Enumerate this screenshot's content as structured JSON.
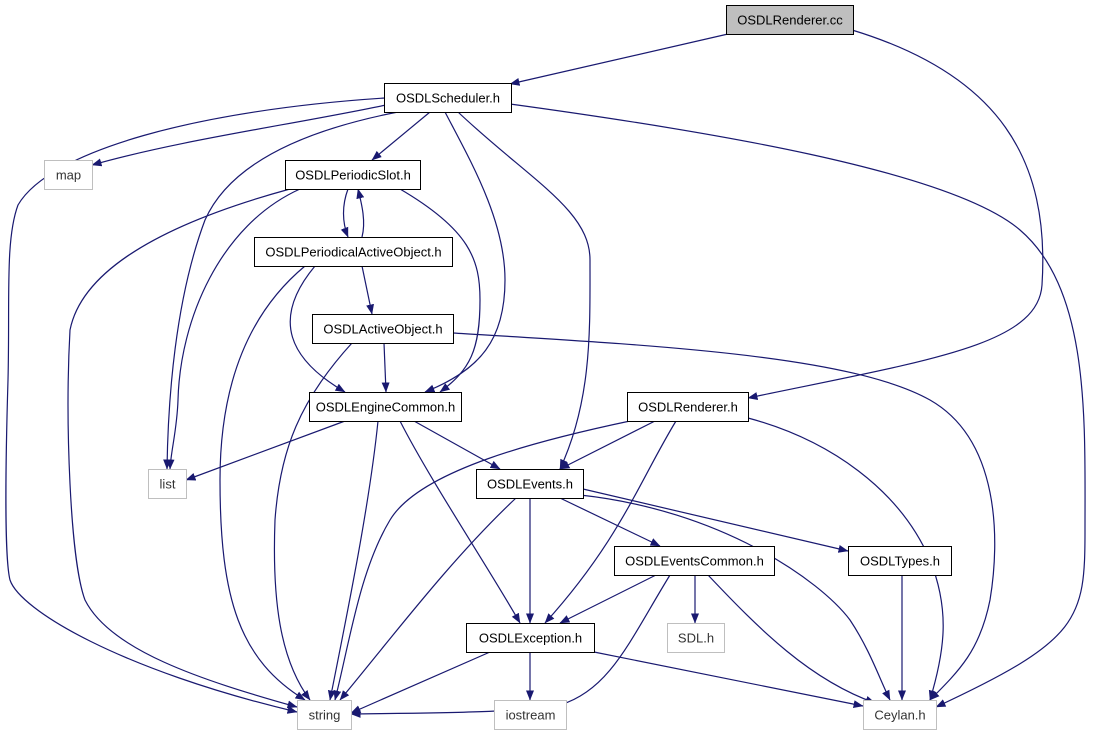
{
  "colors": {
    "edge": "#191970",
    "root_fill": "#bfbfbf",
    "node_border": "#000000",
    "external_border": "#bfbfbf",
    "background": "#ffffff"
  },
  "nodes": [
    {
      "id": "renderer_cc",
      "label": "OSDLRenderer.cc",
      "kind": "root"
    },
    {
      "id": "scheduler",
      "label": "OSDLScheduler.h",
      "kind": "header"
    },
    {
      "id": "map",
      "label": "map",
      "kind": "external"
    },
    {
      "id": "periodicslot",
      "label": "OSDLPeriodicSlot.h",
      "kind": "header"
    },
    {
      "id": "periodical",
      "label": "OSDLPeriodicalActiveObject.h",
      "kind": "header"
    },
    {
      "id": "activeobject",
      "label": "OSDLActiveObject.h",
      "kind": "header"
    },
    {
      "id": "enginecommon",
      "label": "OSDLEngineCommon.h",
      "kind": "header"
    },
    {
      "id": "renderer_h",
      "label": "OSDLRenderer.h",
      "kind": "header"
    },
    {
      "id": "list",
      "label": "list",
      "kind": "external"
    },
    {
      "id": "events",
      "label": "OSDLEvents.h",
      "kind": "header"
    },
    {
      "id": "eventscommon",
      "label": "OSDLEventsCommon.h",
      "kind": "header"
    },
    {
      "id": "types",
      "label": "OSDLTypes.h",
      "kind": "header"
    },
    {
      "id": "exception",
      "label": "OSDLException.h",
      "kind": "header"
    },
    {
      "id": "sdl",
      "label": "SDL.h",
      "kind": "external"
    },
    {
      "id": "string",
      "label": "string",
      "kind": "external"
    },
    {
      "id": "iostream",
      "label": "iostream",
      "kind": "external"
    },
    {
      "id": "ceylan",
      "label": "Ceylan.h",
      "kind": "external"
    }
  ],
  "edges": [
    [
      "renderer_cc",
      "scheduler"
    ],
    [
      "renderer_cc",
      "renderer_h"
    ],
    [
      "scheduler",
      "map"
    ],
    [
      "scheduler",
      "periodicslot"
    ],
    [
      "scheduler",
      "list"
    ],
    [
      "scheduler",
      "string"
    ],
    [
      "scheduler",
      "enginecommon"
    ],
    [
      "scheduler",
      "events"
    ],
    [
      "scheduler",
      "ceylan"
    ],
    [
      "periodicslot",
      "periodical"
    ],
    [
      "periodicslot",
      "list"
    ],
    [
      "periodicslot",
      "string"
    ],
    [
      "periodicslot",
      "enginecommon"
    ],
    [
      "periodical",
      "periodicslot"
    ],
    [
      "periodical",
      "activeobject"
    ],
    [
      "periodical",
      "enginecommon"
    ],
    [
      "periodical",
      "string"
    ],
    [
      "activeobject",
      "enginecommon"
    ],
    [
      "activeobject",
      "string"
    ],
    [
      "activeobject",
      "ceylan"
    ],
    [
      "enginecommon",
      "list"
    ],
    [
      "enginecommon",
      "events"
    ],
    [
      "enginecommon",
      "string"
    ],
    [
      "enginecommon",
      "exception"
    ],
    [
      "renderer_h",
      "events"
    ],
    [
      "renderer_h",
      "string"
    ],
    [
      "renderer_h",
      "exception"
    ],
    [
      "renderer_h",
      "ceylan"
    ],
    [
      "events",
      "eventscommon"
    ],
    [
      "events",
      "types"
    ],
    [
      "events",
      "exception"
    ],
    [
      "events",
      "string"
    ],
    [
      "events",
      "ceylan"
    ],
    [
      "eventscommon",
      "exception"
    ],
    [
      "eventscommon",
      "sdl"
    ],
    [
      "eventscommon",
      "string"
    ],
    [
      "eventscommon",
      "ceylan"
    ],
    [
      "types",
      "ceylan"
    ],
    [
      "exception",
      "string"
    ],
    [
      "exception",
      "iostream"
    ],
    [
      "exception",
      "ceylan"
    ]
  ]
}
